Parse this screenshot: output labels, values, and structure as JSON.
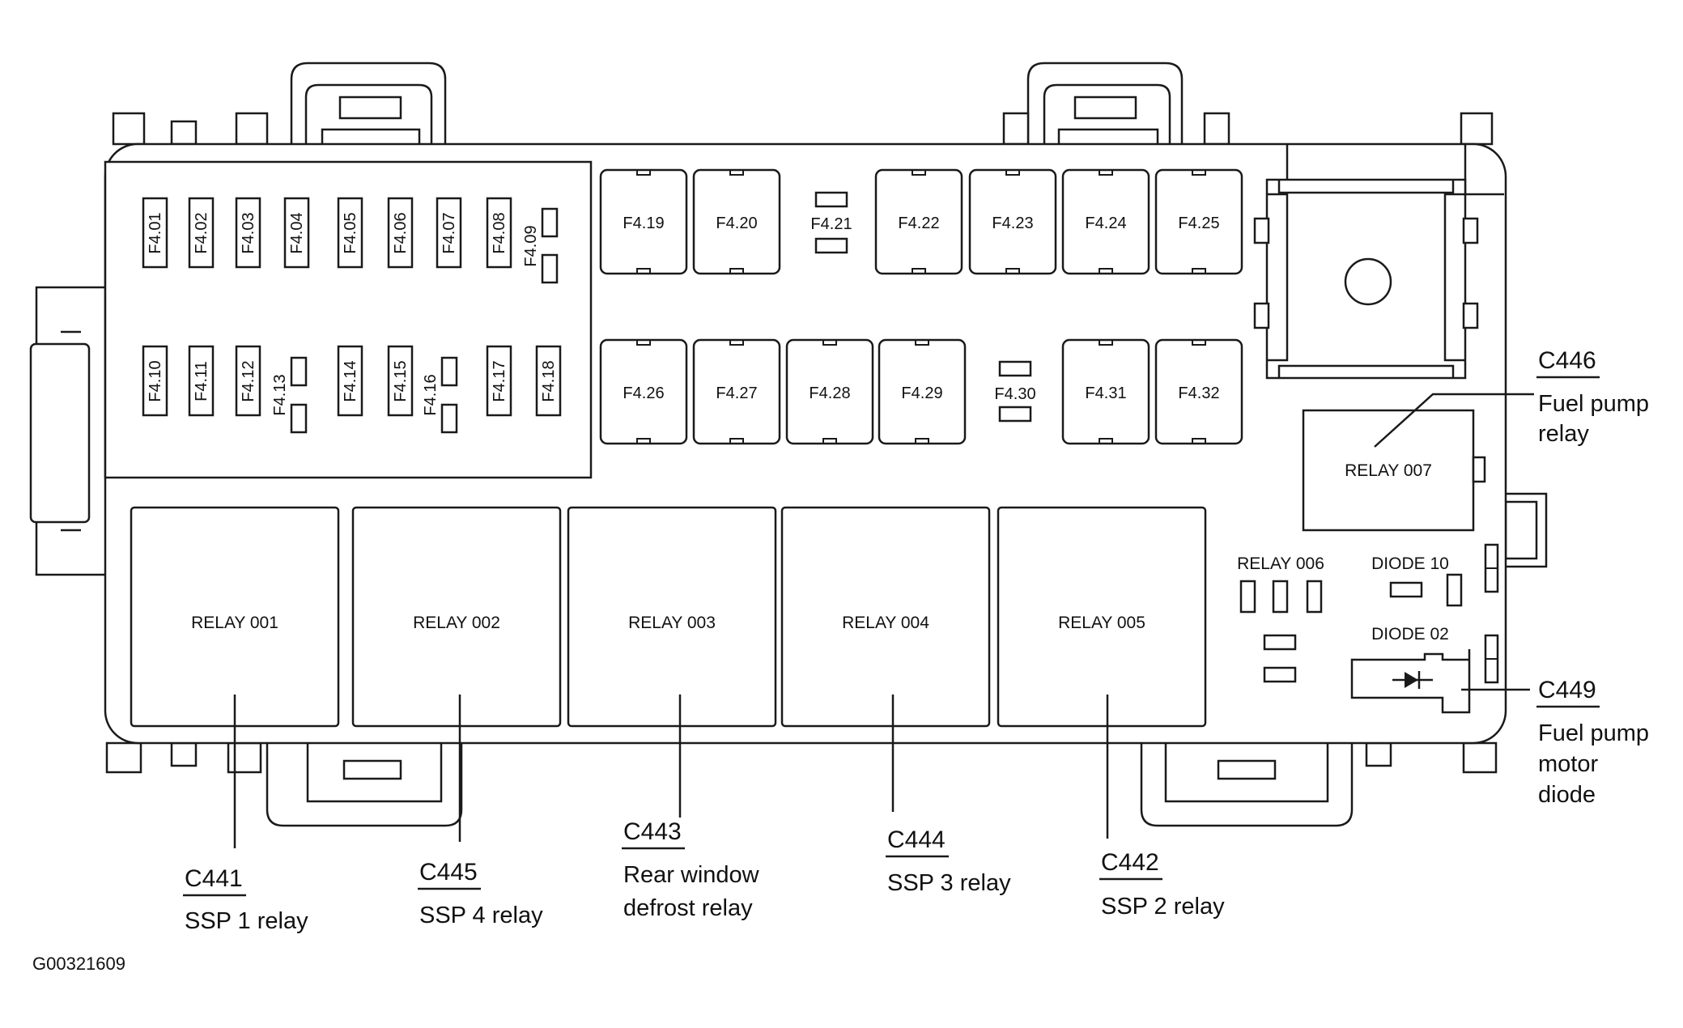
{
  "small_fuses": [
    "F4.01",
    "F4.02",
    "F4.03",
    "F4.04",
    "F4.05",
    "F4.06",
    "F4.07",
    "F4.08",
    "F4.09",
    "F4.10",
    "F4.11",
    "F4.12",
    "F4.13",
    "F4.14",
    "F4.15",
    "F4.16",
    "F4.17",
    "F4.18"
  ],
  "maxi_fuses": [
    "F4.19",
    "F4.20",
    "F4.22",
    "F4.23",
    "F4.24",
    "F4.25",
    "F4.26",
    "F4.27",
    "F4.28",
    "F4.29",
    "F4.31",
    "F4.32"
  ],
  "mini_positions": [
    "F4.21",
    "F4.30"
  ],
  "relays": [
    "RELAY 001",
    "RELAY 002",
    "RELAY 003",
    "RELAY 004",
    "RELAY 005",
    "RELAY 007"
  ],
  "small_components": {
    "relay_006": "RELAY 006",
    "diode_10": "DIODE 10",
    "diode_02": "DIODE 02"
  },
  "callouts": [
    {
      "code": "C441",
      "desc": [
        "SSP 1 relay"
      ]
    },
    {
      "code": "C445",
      "desc": [
        "SSP 4 relay"
      ]
    },
    {
      "code": "C443",
      "desc": [
        "Rear window",
        "defrost relay"
      ]
    },
    {
      "code": "C444",
      "desc": [
        "SSP 3 relay"
      ]
    },
    {
      "code": "C442",
      "desc": [
        "SSP 2 relay"
      ]
    },
    {
      "code": "C446",
      "desc": [
        "Fuel pump",
        "relay"
      ]
    },
    {
      "code": "C449",
      "desc": [
        "Fuel pump",
        "motor",
        "diode"
      ]
    }
  ],
  "figure_id": "G00321609"
}
